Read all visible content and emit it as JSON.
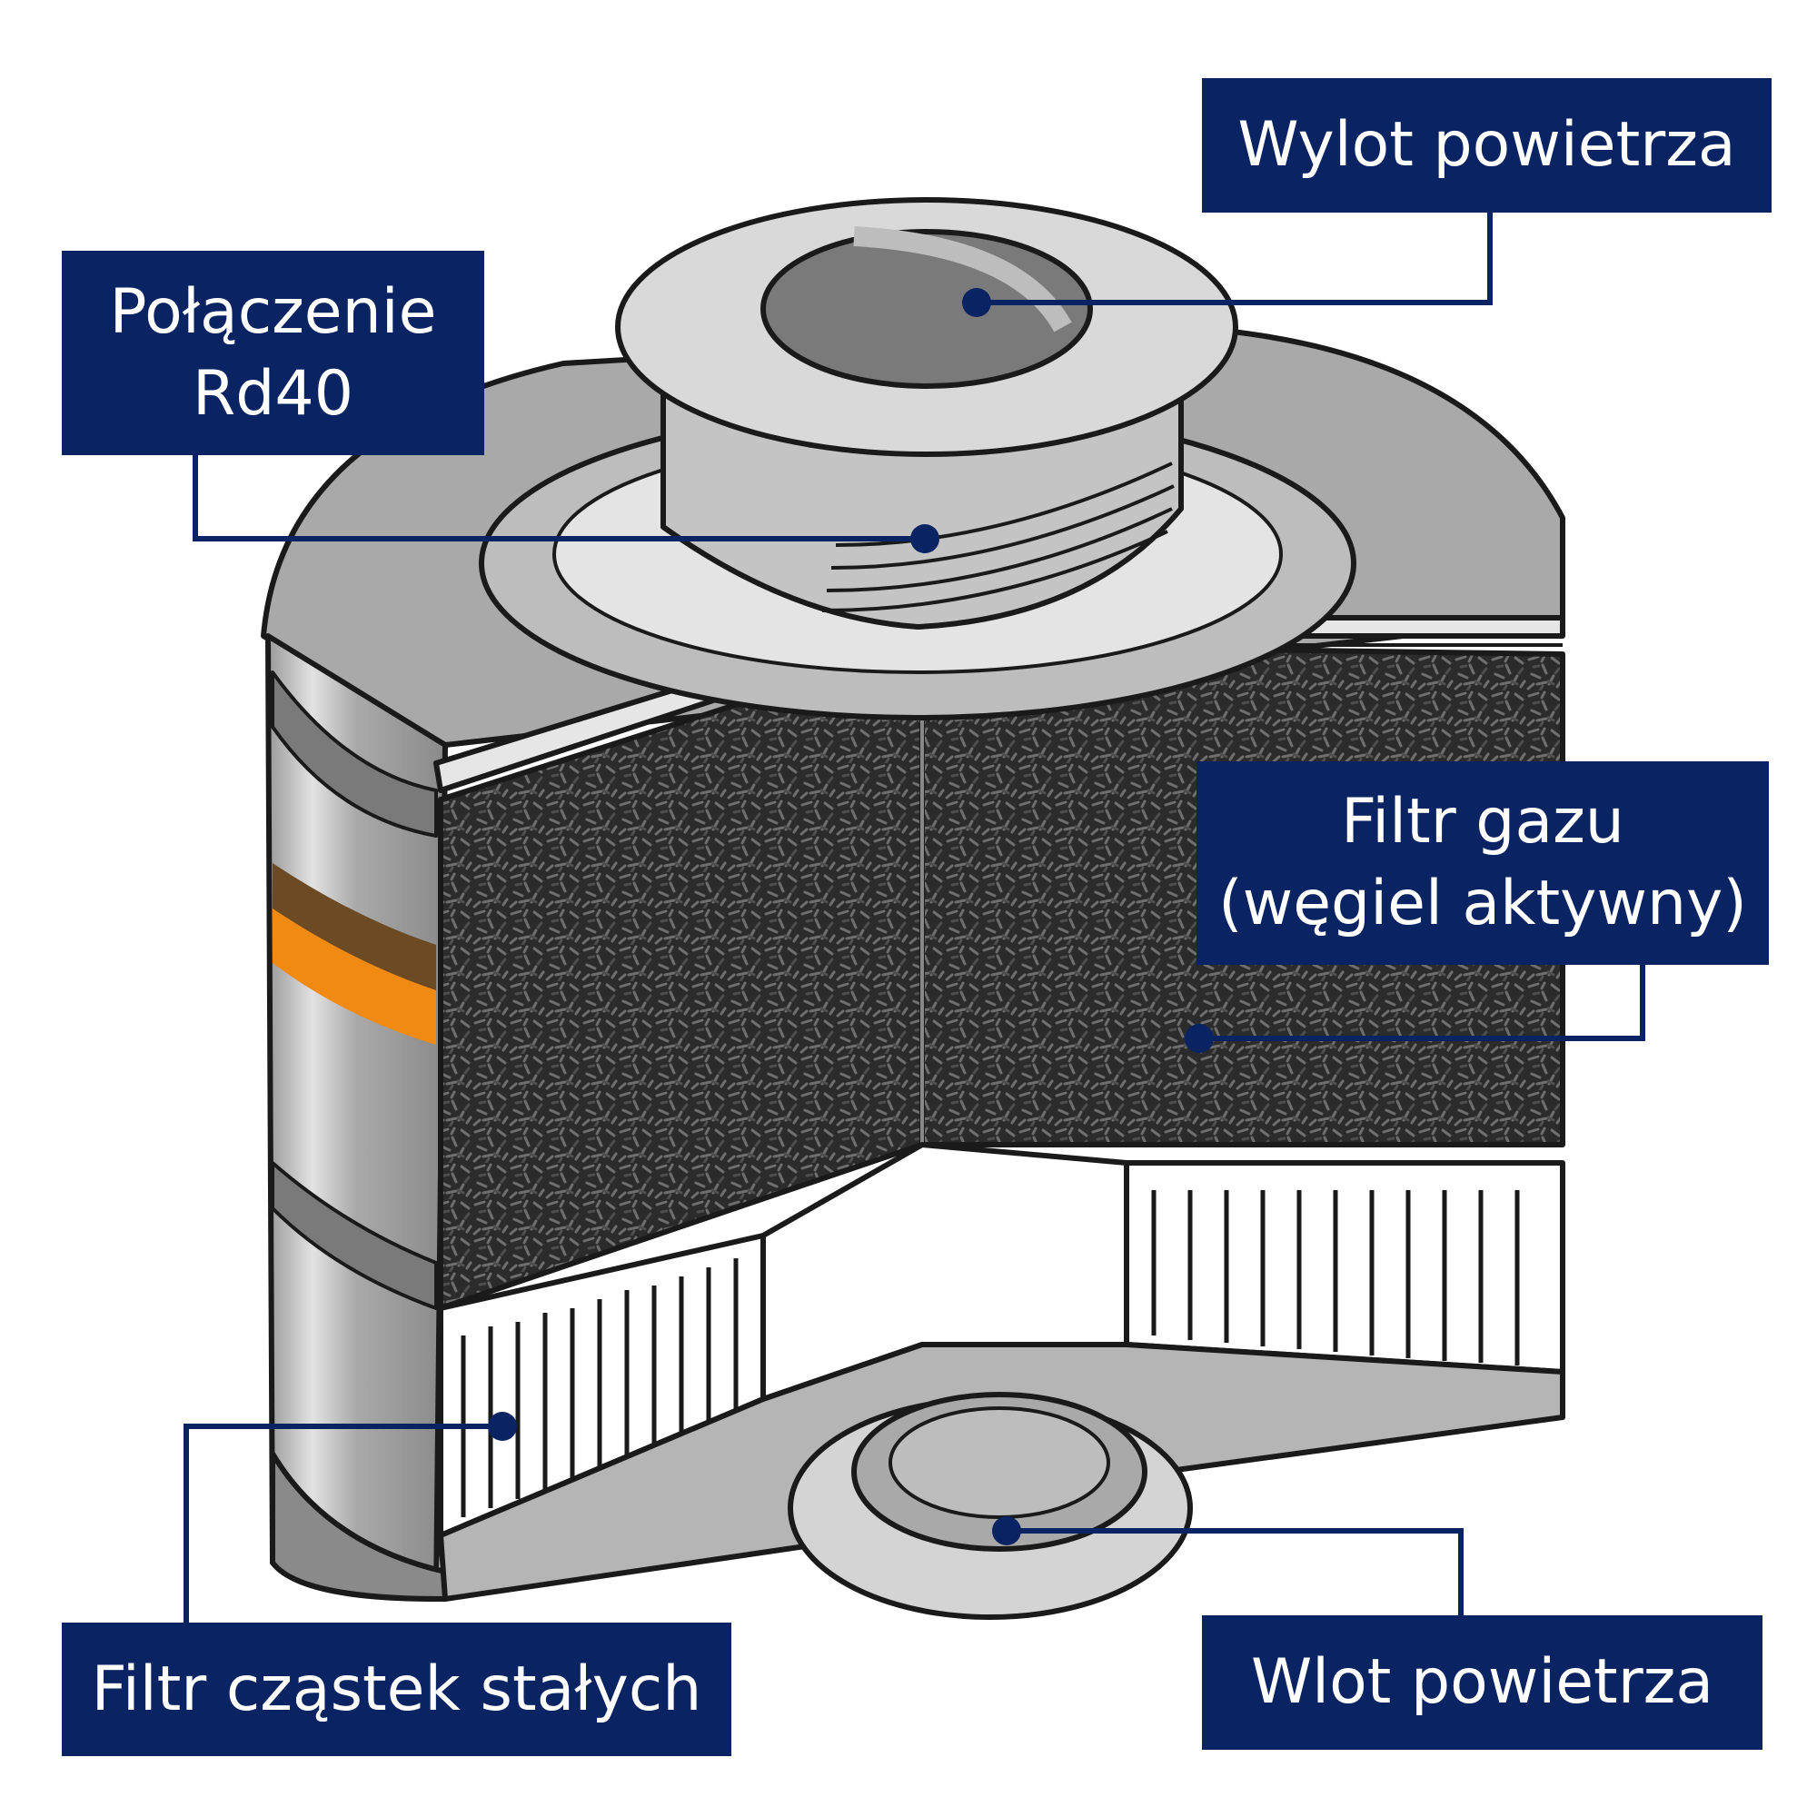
{
  "colors": {
    "label_bg": "#0a2463",
    "label_text": "#ffffff",
    "outline": "#1a1a1a",
    "metal_light": "#d9d9d9",
    "metal_mid": "#a8a8a8",
    "metal_dark": "#7a7a7a",
    "carbon": "#2b2b2b",
    "band_brown": "#6b4a24",
    "band_orange": "#f08a12"
  },
  "labels": {
    "outlet": "Wylot powietrza",
    "connection_line1": "Połączenie",
    "connection_line2": "Rd40",
    "gas_filter_line1": "Filtr gazu",
    "gas_filter_line2": "(węgiel aktywny)",
    "particle_filter": "Filtr cząstek stałych",
    "inlet": "Wlot powietrza"
  },
  "icons": {
    "leader_dot": "dot-icon",
    "carbon_pattern": "carbon-granules-pattern"
  }
}
